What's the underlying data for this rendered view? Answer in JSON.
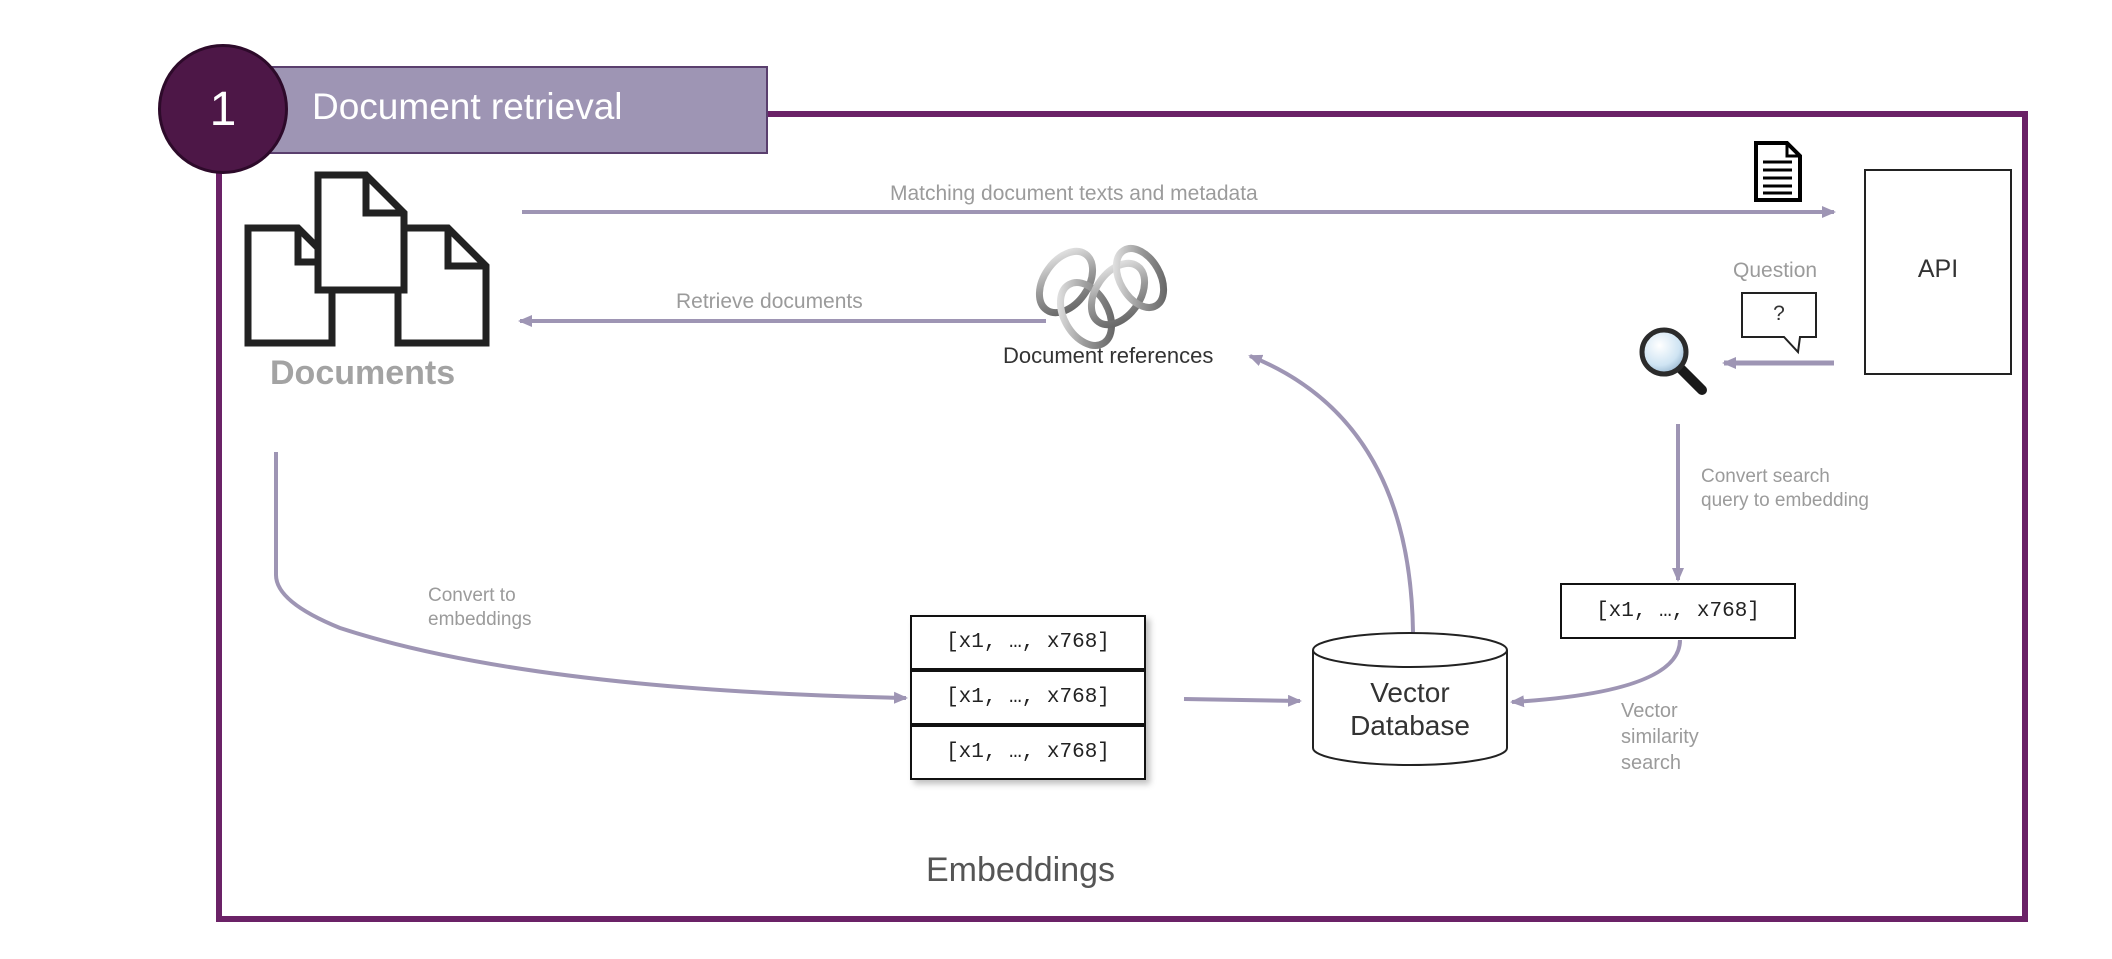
{
  "step": {
    "number": "1",
    "title": "Document retrieval"
  },
  "nodes": {
    "documents": "Documents",
    "document_references": "Document references",
    "api": "API",
    "vector_database_line1": "Vector",
    "vector_database_line2": "Database",
    "embeddings_caption": "Embeddings",
    "embedding_rows": [
      "[x1, …, x768]",
      "[x1, …, x768]",
      "[x1, …, x768]"
    ],
    "query_embedding": "[x1, …, x768]",
    "question_bubble": "?"
  },
  "edges": {
    "matching": "Matching document texts and metadata",
    "retrieve": "Retrieve documents",
    "question": "Question",
    "convert_query_line1": "Convert search",
    "convert_query_line2": "query to embedding",
    "convert_docs_line1": "Convert to",
    "convert_docs_line2": "embeddings",
    "similarity_line1": "Vector",
    "similarity_line2": "similarity",
    "similarity_line3": "search"
  },
  "colors": {
    "frame": "#6b2267",
    "title_bar": "#9e95b4",
    "step_circle": "#4d1747",
    "arrow": "#9e95b4",
    "label_grey": "#9b9b9b"
  },
  "icons": {
    "documents": "documents-icon",
    "document": "document-icon",
    "links": "chain-links-icon",
    "magnifier": "magnifier-icon",
    "speech": "speech-bubble-icon",
    "database": "database-cylinder-icon"
  }
}
